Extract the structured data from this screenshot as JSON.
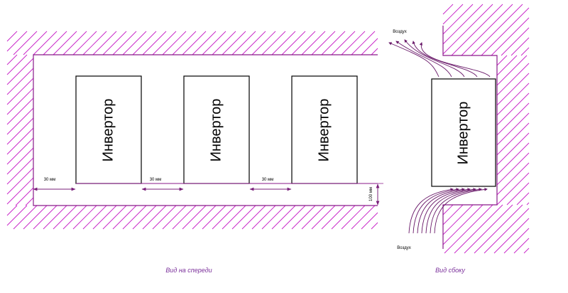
{
  "colors": {
    "hatch": "#c71fc7",
    "outline": "#8a1a8a",
    "text": "#000000",
    "caption": "#7a2f9a",
    "background": "#ffffff"
  },
  "front_view": {
    "caption": "Вид на спереди",
    "inverters": [
      {
        "label": "Инвертор"
      },
      {
        "label": "Инвертор"
      },
      {
        "label": "Инвертор"
      }
    ],
    "gap_labels": [
      "30 мм",
      "30 мм",
      "30 мм"
    ],
    "bottom_clearance_label": "100 мм"
  },
  "side_view": {
    "caption": "Вид сбоку",
    "inverter_label": "Инвертор",
    "air_out_label": "Воздух",
    "air_in_label": "Воздух"
  }
}
